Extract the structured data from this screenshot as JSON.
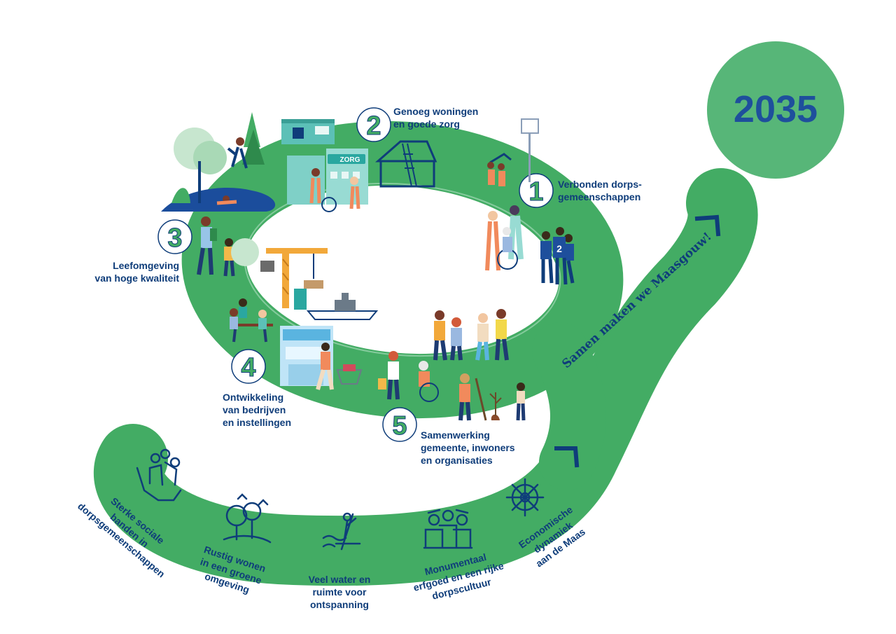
{
  "year": "2035",
  "motto": "Samen maken we Maasgouw!",
  "building_sign": "ZORG",
  "shirt_number": "2",
  "colors": {
    "spiral": "#43ac64",
    "badge": "#57b678",
    "navy": "#0f3d7a",
    "white": "#ffffff"
  },
  "themes": [
    {
      "number": "1",
      "label": "Verbonden dorps-\ngemeenschappen"
    },
    {
      "number": "2",
      "label": "Genoeg woningen\nen goede zorg"
    },
    {
      "number": "3",
      "label": "Leefomgeving\nvan hoge kwaliteit"
    },
    {
      "number": "4",
      "label": "Ontwikkeling\nvan bedrijven\nen instellingen"
    },
    {
      "number": "5",
      "label": "Samenwerking\ngemeente, inwoners\nen organisaties"
    }
  ],
  "pillars": [
    {
      "icon": "community-hands-icon",
      "label": "Sterke sociale\nbanden in\ndorpsgemeenschappen"
    },
    {
      "icon": "green-nature-icon",
      "label": "Rustig wonen\nin een groene\nomgeving"
    },
    {
      "icon": "paddleboard-water-icon",
      "label": "Veel water en\nruimte voor\nontspanning"
    },
    {
      "icon": "heritage-people-icon",
      "label": "Monumentaal\nerfgoed en een rijke\ndorpscultuur"
    },
    {
      "icon": "ship-wheel-icon",
      "label": "Economische\ndynamiek\naan de Maas"
    }
  ]
}
